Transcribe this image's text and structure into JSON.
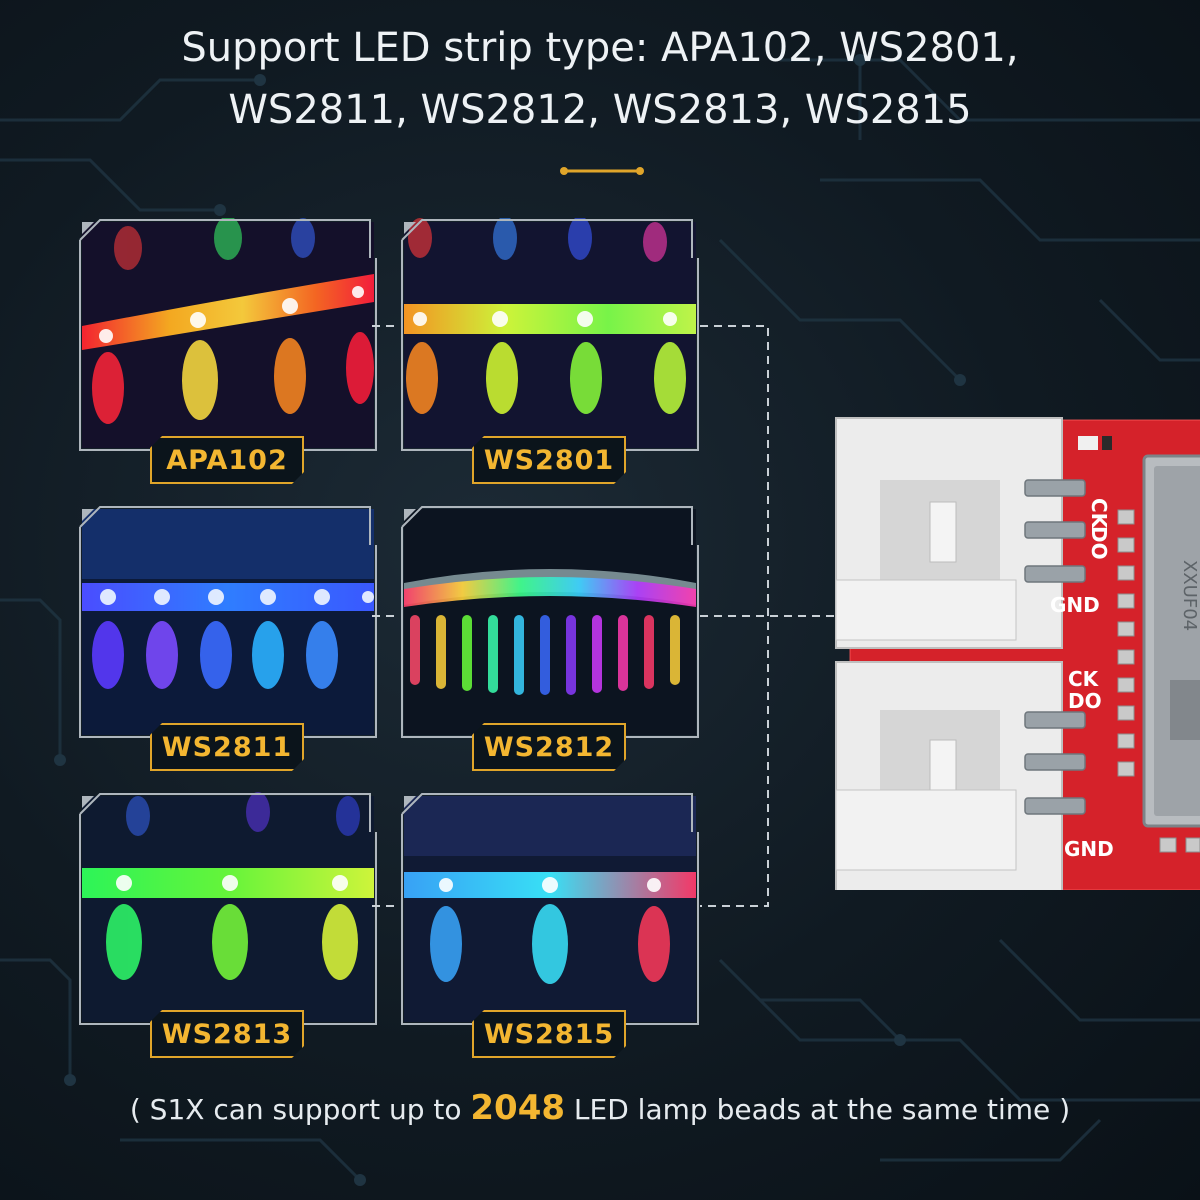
{
  "headline": {
    "line1": "Support LED strip type: APA102, WS2801,",
    "line2": "WS2811, WS2812, WS2813, WS2815"
  },
  "strips": [
    {
      "label": "APA102"
    },
    {
      "label": "WS2801"
    },
    {
      "label": "WS2811"
    },
    {
      "label": "WS2812"
    },
    {
      "label": "WS2813"
    },
    {
      "label": "WS2815"
    }
  ],
  "board": {
    "pin_ck_1": "CK",
    "pin_do_1": "DO",
    "pin_gnd_1": "GND",
    "pin_ck_2": "CK",
    "pin_do_2": "DO",
    "pin_gnd_2": "GND",
    "module_marking": "XXUF04"
  },
  "footnote": {
    "prefix": "( S1X can support up to ",
    "highlight": "2048",
    "suffix": " LED lamp beads at the same time )"
  },
  "colors": {
    "accent": "#f3b631",
    "background": "#101a22",
    "pcb_red": "#d5222a",
    "connector_white": "#ececec"
  }
}
